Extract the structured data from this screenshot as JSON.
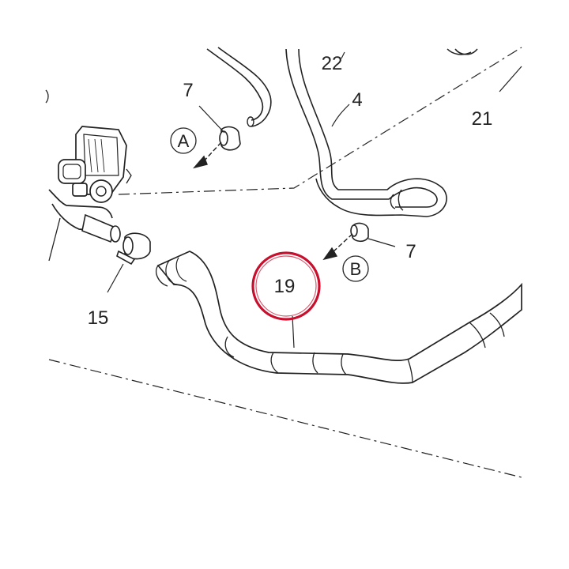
{
  "diagram": {
    "callouts": {
      "hose_clamp_top": "7",
      "hose_clamp_bottom": "7",
      "pipe_22": "22",
      "hose_4": "4",
      "pipe_21": "21",
      "clamp_15": "15",
      "highlighted_hose": "19"
    },
    "view_markers": {
      "a": "A",
      "b": "B"
    },
    "colors": {
      "line": "#222222",
      "highlight": "#c8102e",
      "background": "#ffffff"
    }
  }
}
